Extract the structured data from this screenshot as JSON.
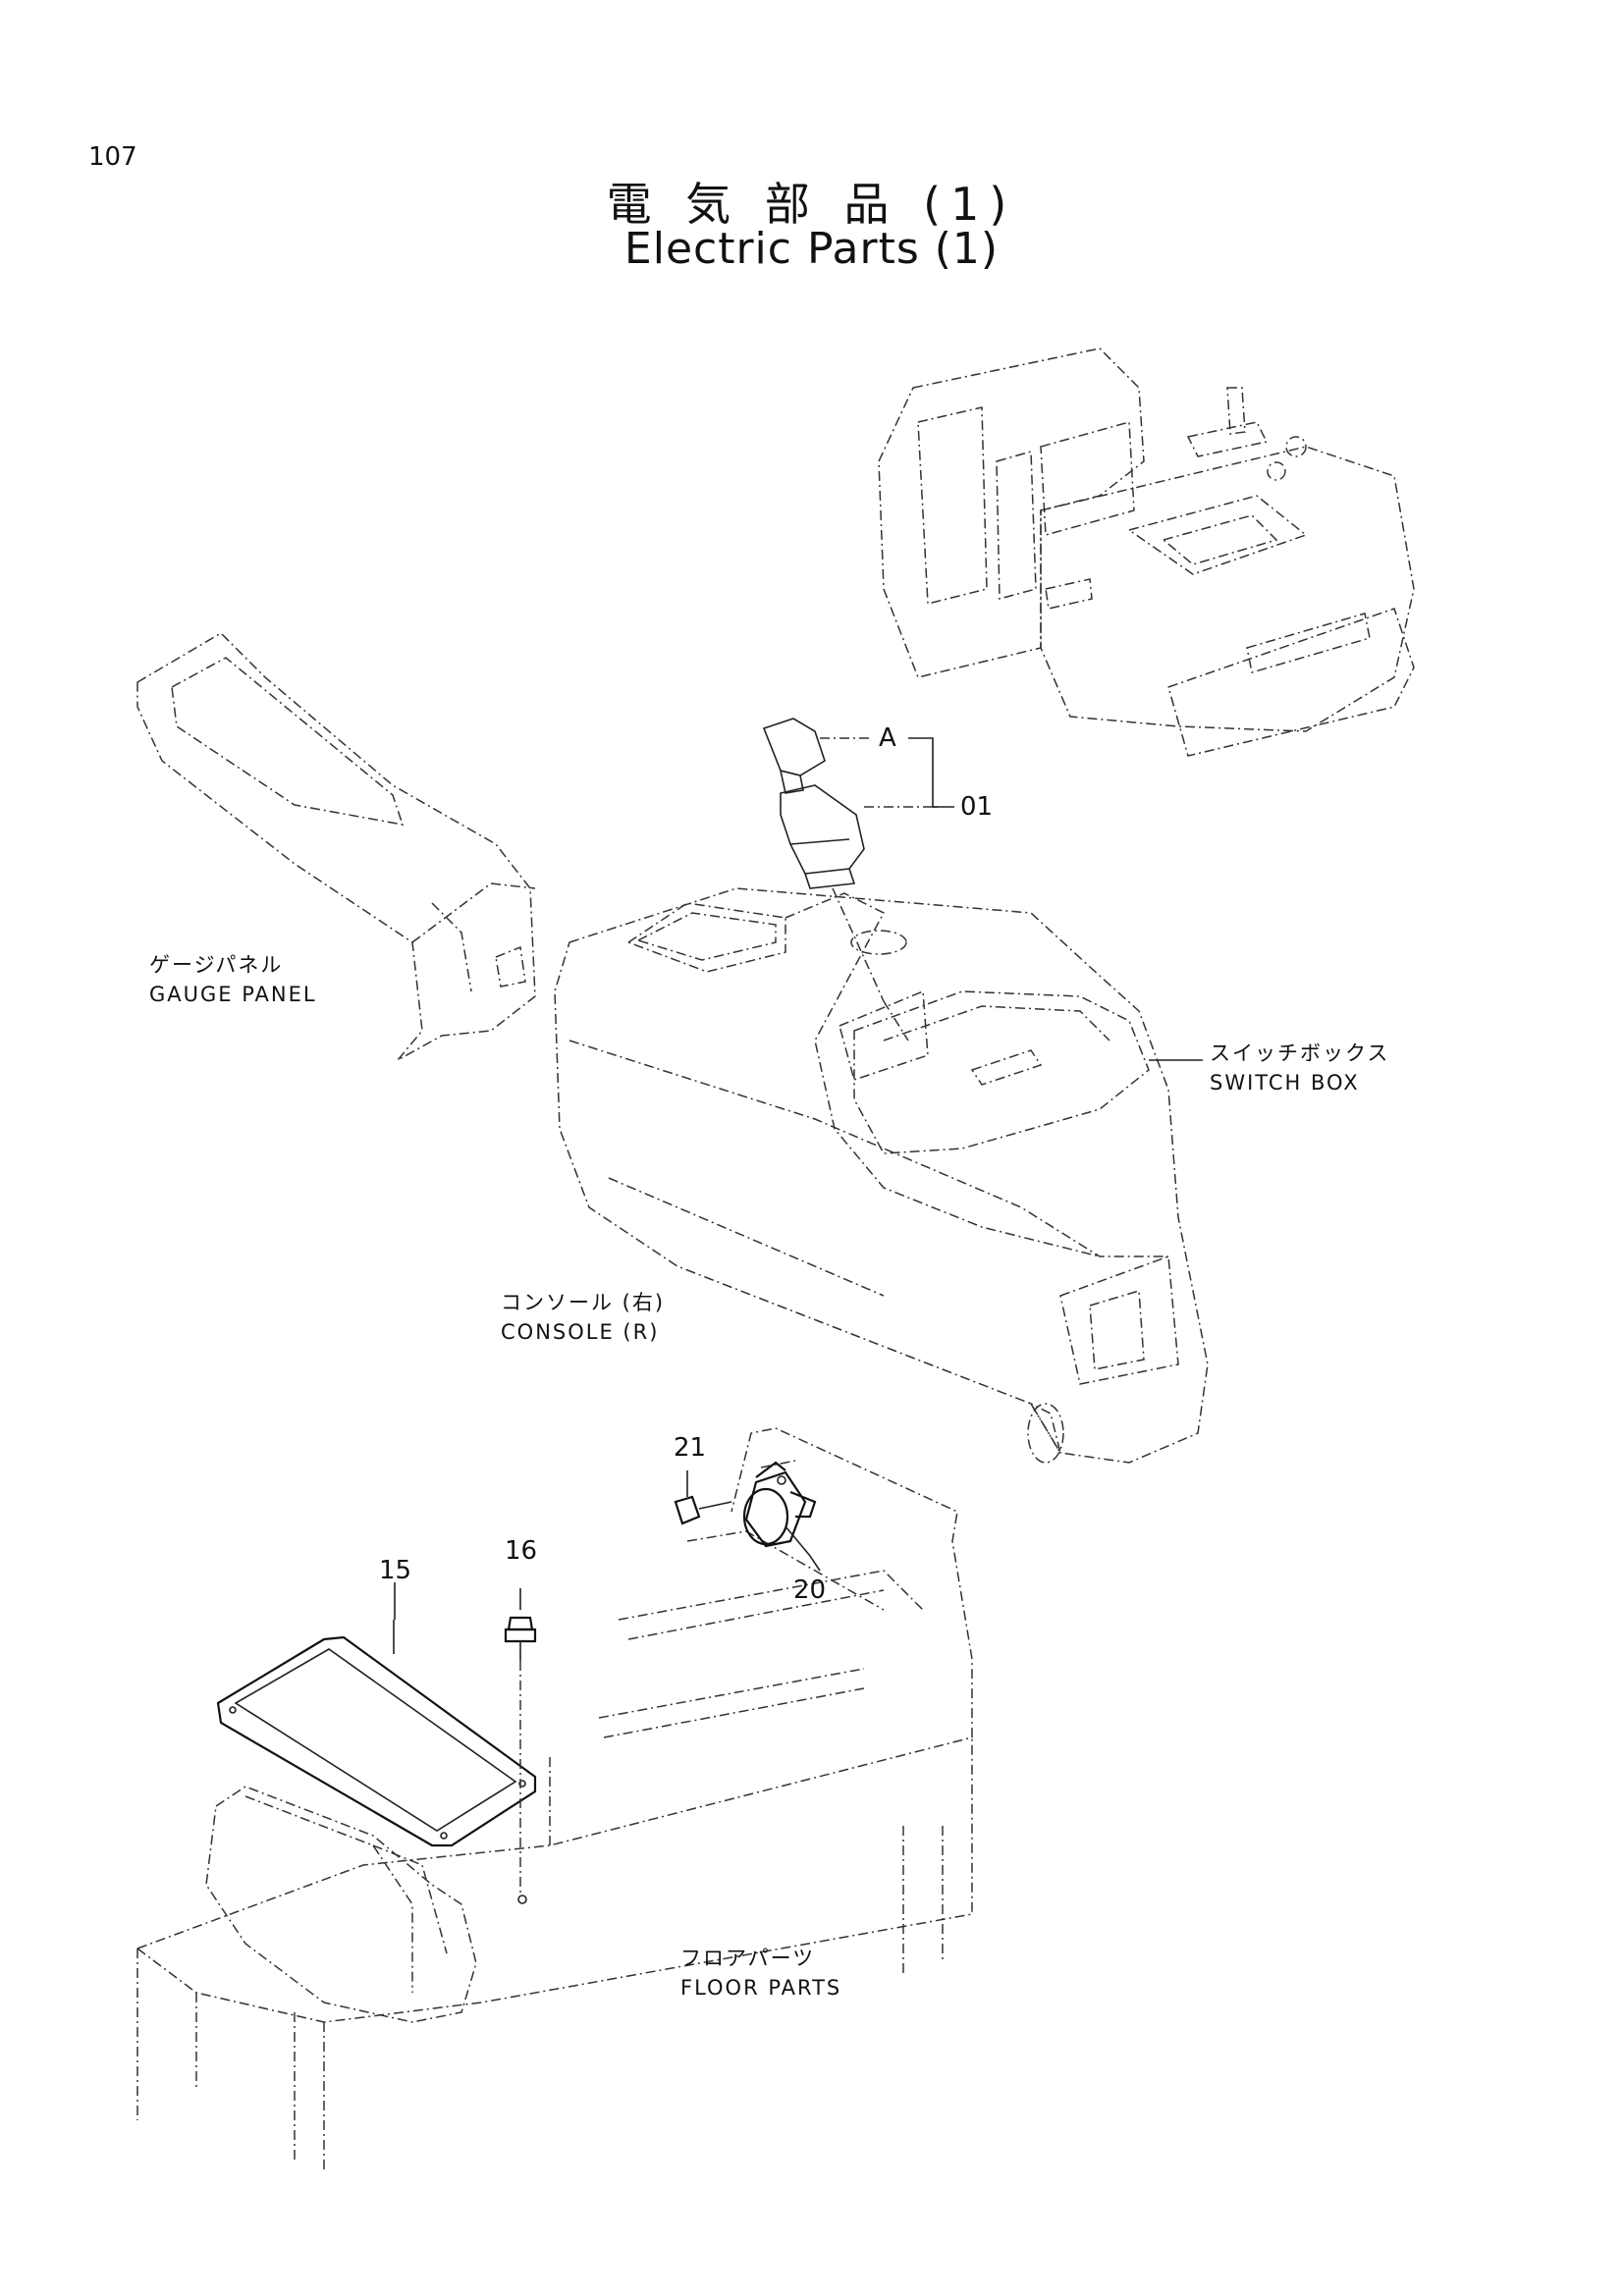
{
  "page": {
    "number": "107"
  },
  "title": {
    "jp": "電 気 部 品 (1)",
    "en": "Electric Parts (1)"
  },
  "components": {
    "gauge_panel": {
      "jp": "ゲージパネル",
      "en": "GAUGE PANEL"
    },
    "switch_box": {
      "jp": "スイッチボックス",
      "en": "SWITCH BOX"
    },
    "console_r": {
      "jp": "コンソール (右)",
      "en": "CONSOLE (R)"
    },
    "floor_parts": {
      "jp": "フロアパーツ",
      "en": "FLOOR PARTS"
    }
  },
  "callouts": {
    "a": "A",
    "p01": "01",
    "p15": "15",
    "p16": "16",
    "p20": "20",
    "p21": "21"
  }
}
